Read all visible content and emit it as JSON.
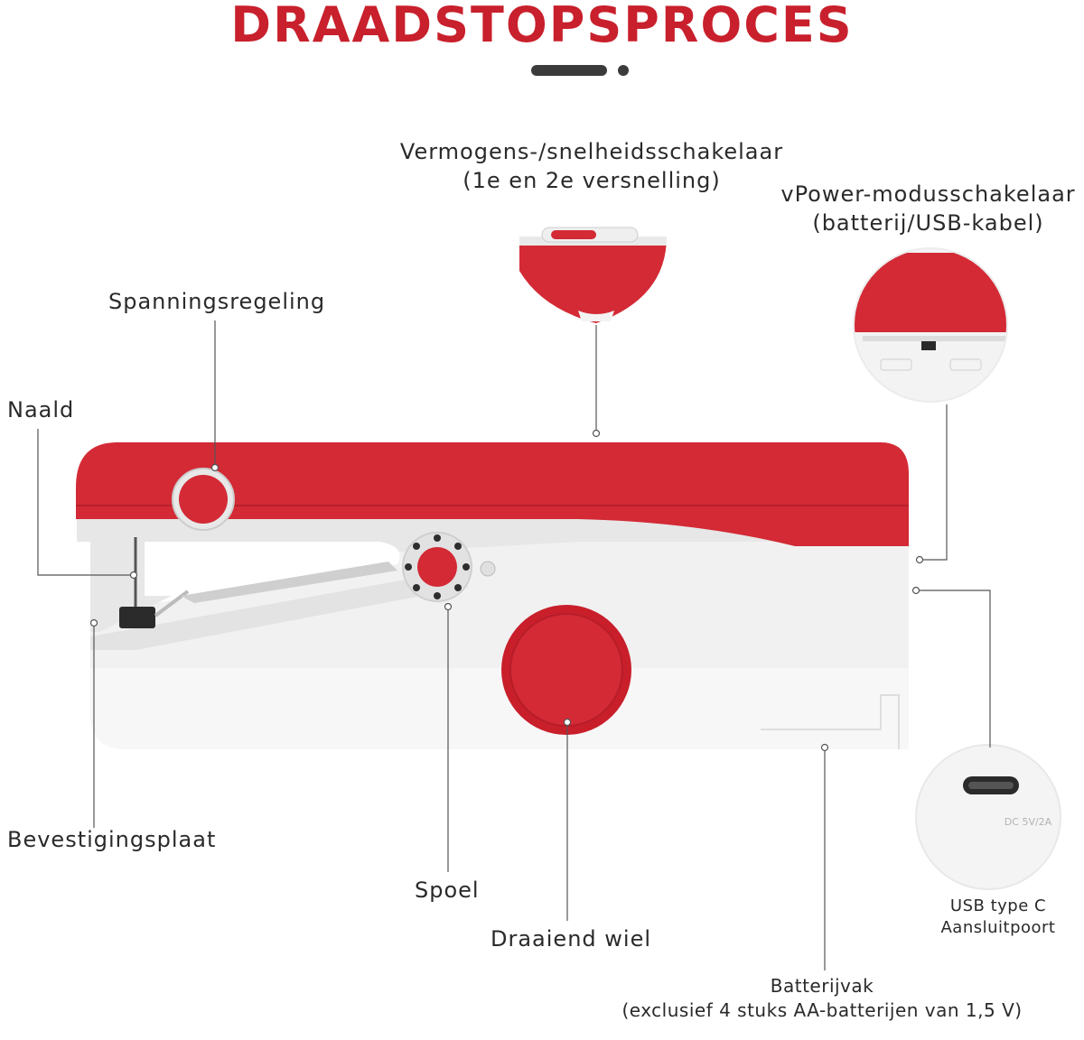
{
  "title": "DRAADSTOPSPROCES",
  "colors": {
    "accent": "#c8202c",
    "body": "#f1f1f1",
    "dark": "#3b3b3b"
  },
  "labels": {
    "speed_switch_1": "Vermogens-/snelheidsschakelaar",
    "speed_switch_2": "(1e en 2e versnelling)",
    "power_mode_1": "vPower-modusschakelaar",
    "power_mode_2": "(batterij/USB-kabel)",
    "tension": "Spanningsregeling",
    "needle": "Naald",
    "fixing_plate": "Bevestigingsplaat",
    "bobbin": "Spoel",
    "wheel": "Draaiend wiel",
    "usb_1": "USB type C",
    "usb_2": "Aansluitpoort",
    "battery_1": "Batterijvak",
    "battery_2": "(exclusief 4 stuks AA-batterijen van 1,5 V)",
    "usb_port_print": "DC 5V/2A"
  }
}
